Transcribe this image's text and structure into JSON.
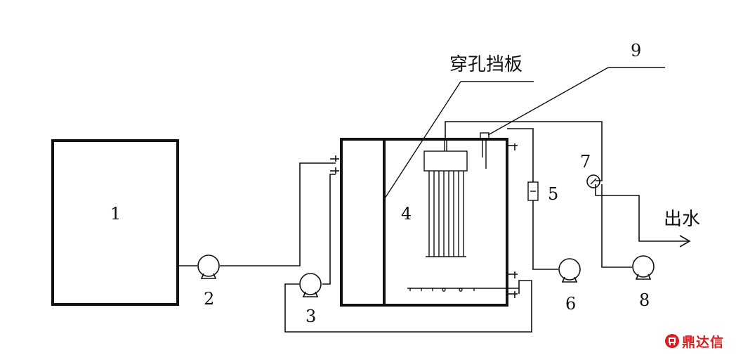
{
  "labels": {
    "tank_1": "1",
    "pump_2": "2",
    "pump_3": "3",
    "reactor_4": "4",
    "flowmeter_5": "5",
    "pump_6": "6",
    "gauge_7": "7",
    "pump_8": "8",
    "sensor_9": "9",
    "baffle": "穿孔挡板",
    "outlet": "出水"
  },
  "watermark": {
    "text": "鼎达信",
    "color": "#d81e1e",
    "icon": "logo-mark-icon"
  }
}
